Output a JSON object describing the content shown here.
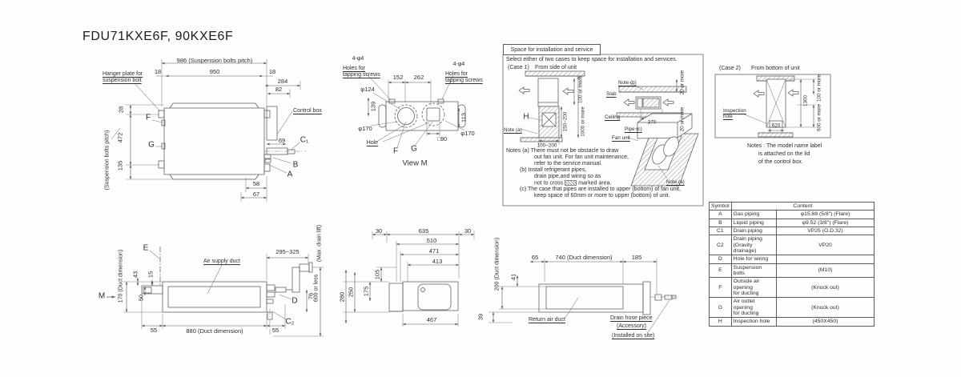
{
  "title": "FDU71KXE6F, 90KXE6F",
  "front_view": {
    "hanger_label": "Hanger plate for\nsuspension bolt",
    "dim_986": "986 (Suspension bolts pitch)",
    "dim_950": "950",
    "dim_18l": "18",
    "dim_18r": "18",
    "dim_284": "284",
    "dim_82": "82",
    "dim_28": "28",
    "dim_472": "472",
    "pitch_label": "(Suspension bolts pitch)",
    "dim_135": "135",
    "sym_f": "F",
    "sym_g": "G",
    "control_box": "Control box",
    "dim_69": "69",
    "sym_c1": "C₁",
    "sym_b": "B",
    "sym_a": "A",
    "dim_58": "58",
    "dim_67": "67"
  },
  "view_m": {
    "tap_left_title": "4-φ4",
    "tap_left_sub": "Holes for\ntapping screws",
    "tap_right_title": "4-φ4",
    "tap_right_sub": "Holes for\ntapping screws",
    "dim_152": "152",
    "dim_262": "262",
    "dia_124": "φ124",
    "dim_139": "139",
    "dia_170_left": "φ170",
    "hole_label": "Hole",
    "sym_f": "F",
    "sym_g": "G",
    "sq_90": "□90",
    "dim_113": "113",
    "dia_170_right": "φ170",
    "caption": "View M"
  },
  "space": {
    "title": "Space for installation and service",
    "intro": "Select either of two cases to keep space for installation and services.",
    "case1_label": "(Case 1)",
    "case1_sub": "From side of unit",
    "sym_h": "H",
    "note_a_left": "Note (a)",
    "dim_100_more": "100 or more",
    "dim_150_200": "150~200",
    "dim_1000_more": "1000 or more",
    "dim_100_200": "100~200",
    "note_b": "Note (b)",
    "slab": "Slab",
    "ceiling": "Ceiling",
    "dim_370": "370",
    "dim_20_top": "20 or more",
    "dim_20_bottom": "20 or more",
    "pipe_c": "Pipe (c)",
    "fan_unit": "Fan unit",
    "note_a_right": "Note (a)",
    "notes_a1": "Notes (a) There must not be obstacle to draw",
    "notes_a2": "out fan unit. For fan unit maintenance,",
    "notes_a3": "refer to the service manual.",
    "notes_b1": "(b) Install refrigerant pipes,",
    "notes_b2": "drain pipe,and wiring so as",
    "notes_b3_pre": "not to cross",
    "notes_b3_post": "marked area.",
    "notes_c1": "(c) The case that pipes are installed to upper (bottom) of fan unit,",
    "notes_c2": "keep space of 60mm or more to upper (bottom) of unit."
  },
  "case2": {
    "label": "(Case 2)",
    "sub": "From bottom of unit",
    "inspection": "Inspection\nhole",
    "dim_100_more": "100 or more",
    "dim_1300": "1300",
    "dim_600_more": "600 or more",
    "dim_620": "620",
    "notes1": "Notes : The model name label",
    "notes2": "is attached on the lid",
    "notes3": "of the control box."
  },
  "table": {
    "headers": {
      "symbol": "Symbol",
      "content": "Content"
    },
    "rows": [
      {
        "symbol": "A",
        "name": "Gas piping",
        "content": "φ15.88 (5/8\")  (Flare)"
      },
      {
        "symbol": "B",
        "name": "Liquid piping",
        "content": "φ9.52 (3/8\")  (Flare)"
      },
      {
        "symbol": "C1",
        "name": "Drain piping",
        "content": "VP25 (O.D.32)"
      },
      {
        "symbol": "C2",
        "name": "Drain piping\n(Gravity drainage)",
        "content": "VP20"
      },
      {
        "symbol": "D",
        "name": "Hole for wiring",
        "content": ""
      },
      {
        "symbol": "E",
        "name": "Suspension bolts",
        "content": "(M10)"
      },
      {
        "symbol": "F",
        "name": "Outside air opening\nfor ducting",
        "content": "(Knock out)"
      },
      {
        "symbol": "G",
        "name": "Air outlet opening\nfor ducting",
        "content": "(Knock out)"
      },
      {
        "symbol": "H",
        "name": "Inspection hole",
        "content": "(450X450)"
      }
    ]
  },
  "side_view": {
    "sym_e": "E",
    "air_supply": "Air supply duct",
    "dim_295_325": "295~325",
    "max_drain": "(Max. drain lift)",
    "dim_600_less": "600 or less",
    "dim_43": "43",
    "dim_15": "15",
    "dim_50": "50",
    "dim_170": "170  (Duct dimension)",
    "view_arrow": "M",
    "dim_76": "76",
    "sym_d": "D",
    "sym_c2": "C₂",
    "dim_55l": "55",
    "dim_880": "880 (Duct dimension)",
    "dim_55r": "55"
  },
  "end_view": {
    "dim_30l": "30",
    "dim_635": "635",
    "dim_30r": "30",
    "dim_510": "510",
    "dim_471": "471",
    "dim_413": "413",
    "dim_105": "105",
    "dim_175": "175",
    "dim_250": "250",
    "dim_280": "280",
    "dim_467": "467"
  },
  "return_view": {
    "dim_200": "200  (Duct dimension)",
    "dim_41": "41",
    "dim_39": "39",
    "dim_65": "65",
    "dim_740": "740 (Duct dimension)",
    "dim_185": "185",
    "return_duct": "Return air duct",
    "drain1": "Drain hose piece",
    "drain2": "(Accessory)",
    "drain3": "(Installed on site)"
  }
}
